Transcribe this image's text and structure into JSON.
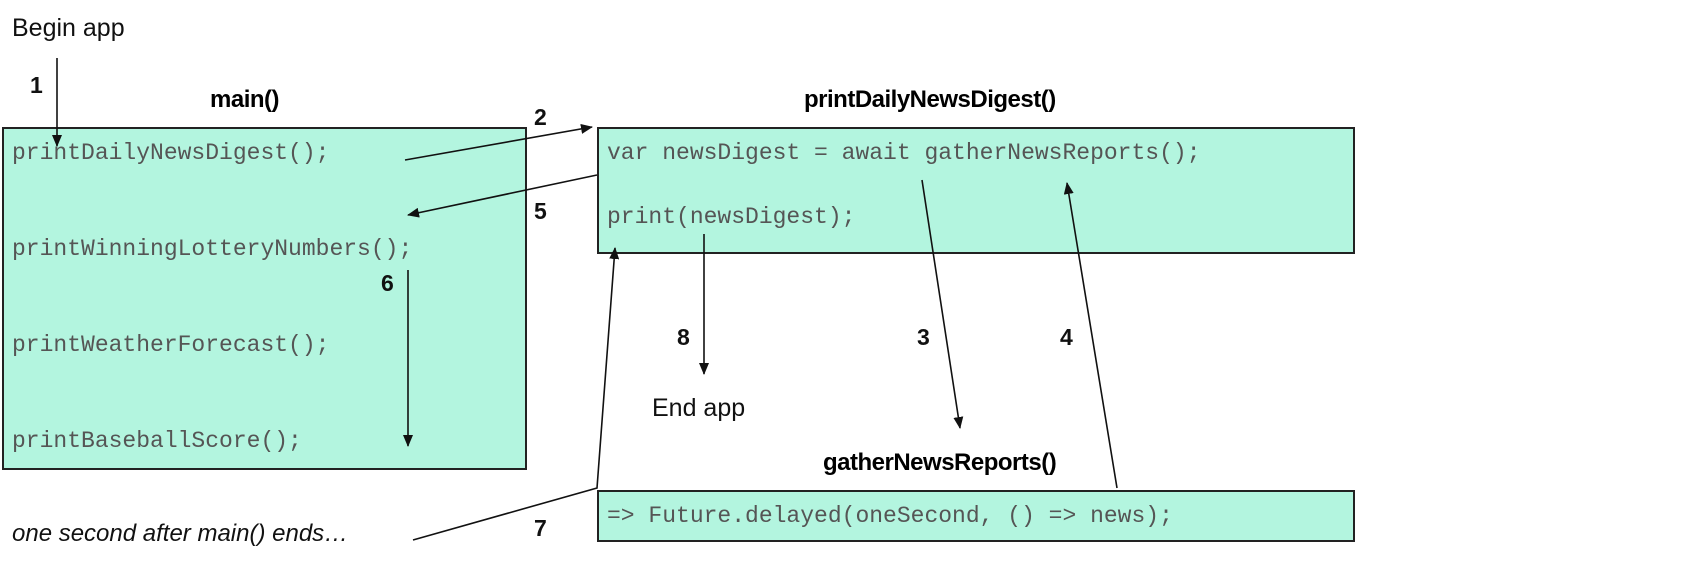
{
  "labels": {
    "begin": "Begin app",
    "end": "End app",
    "note": "one second after main() ends…"
  },
  "functions": {
    "main": {
      "title": "main()",
      "lines": [
        "printDailyNewsDigest();",
        "printWinningLotteryNumbers();",
        "printWeatherForecast();",
        "printBaseballScore();"
      ]
    },
    "digest": {
      "title": "printDailyNewsDigest()",
      "lines": [
        "var newsDigest = await gatherNewsReports();",
        "print(newsDigest);"
      ]
    },
    "gather": {
      "title": "gatherNewsReports()",
      "lines": [
        "=> Future.delayed(oneSecond, () => news);"
      ]
    }
  },
  "steps": [
    "1",
    "2",
    "3",
    "4",
    "5",
    "6",
    "7",
    "8"
  ],
  "colors": {
    "box_fill": "#b3f5df",
    "box_border": "#222222",
    "code_text": "#555555"
  }
}
